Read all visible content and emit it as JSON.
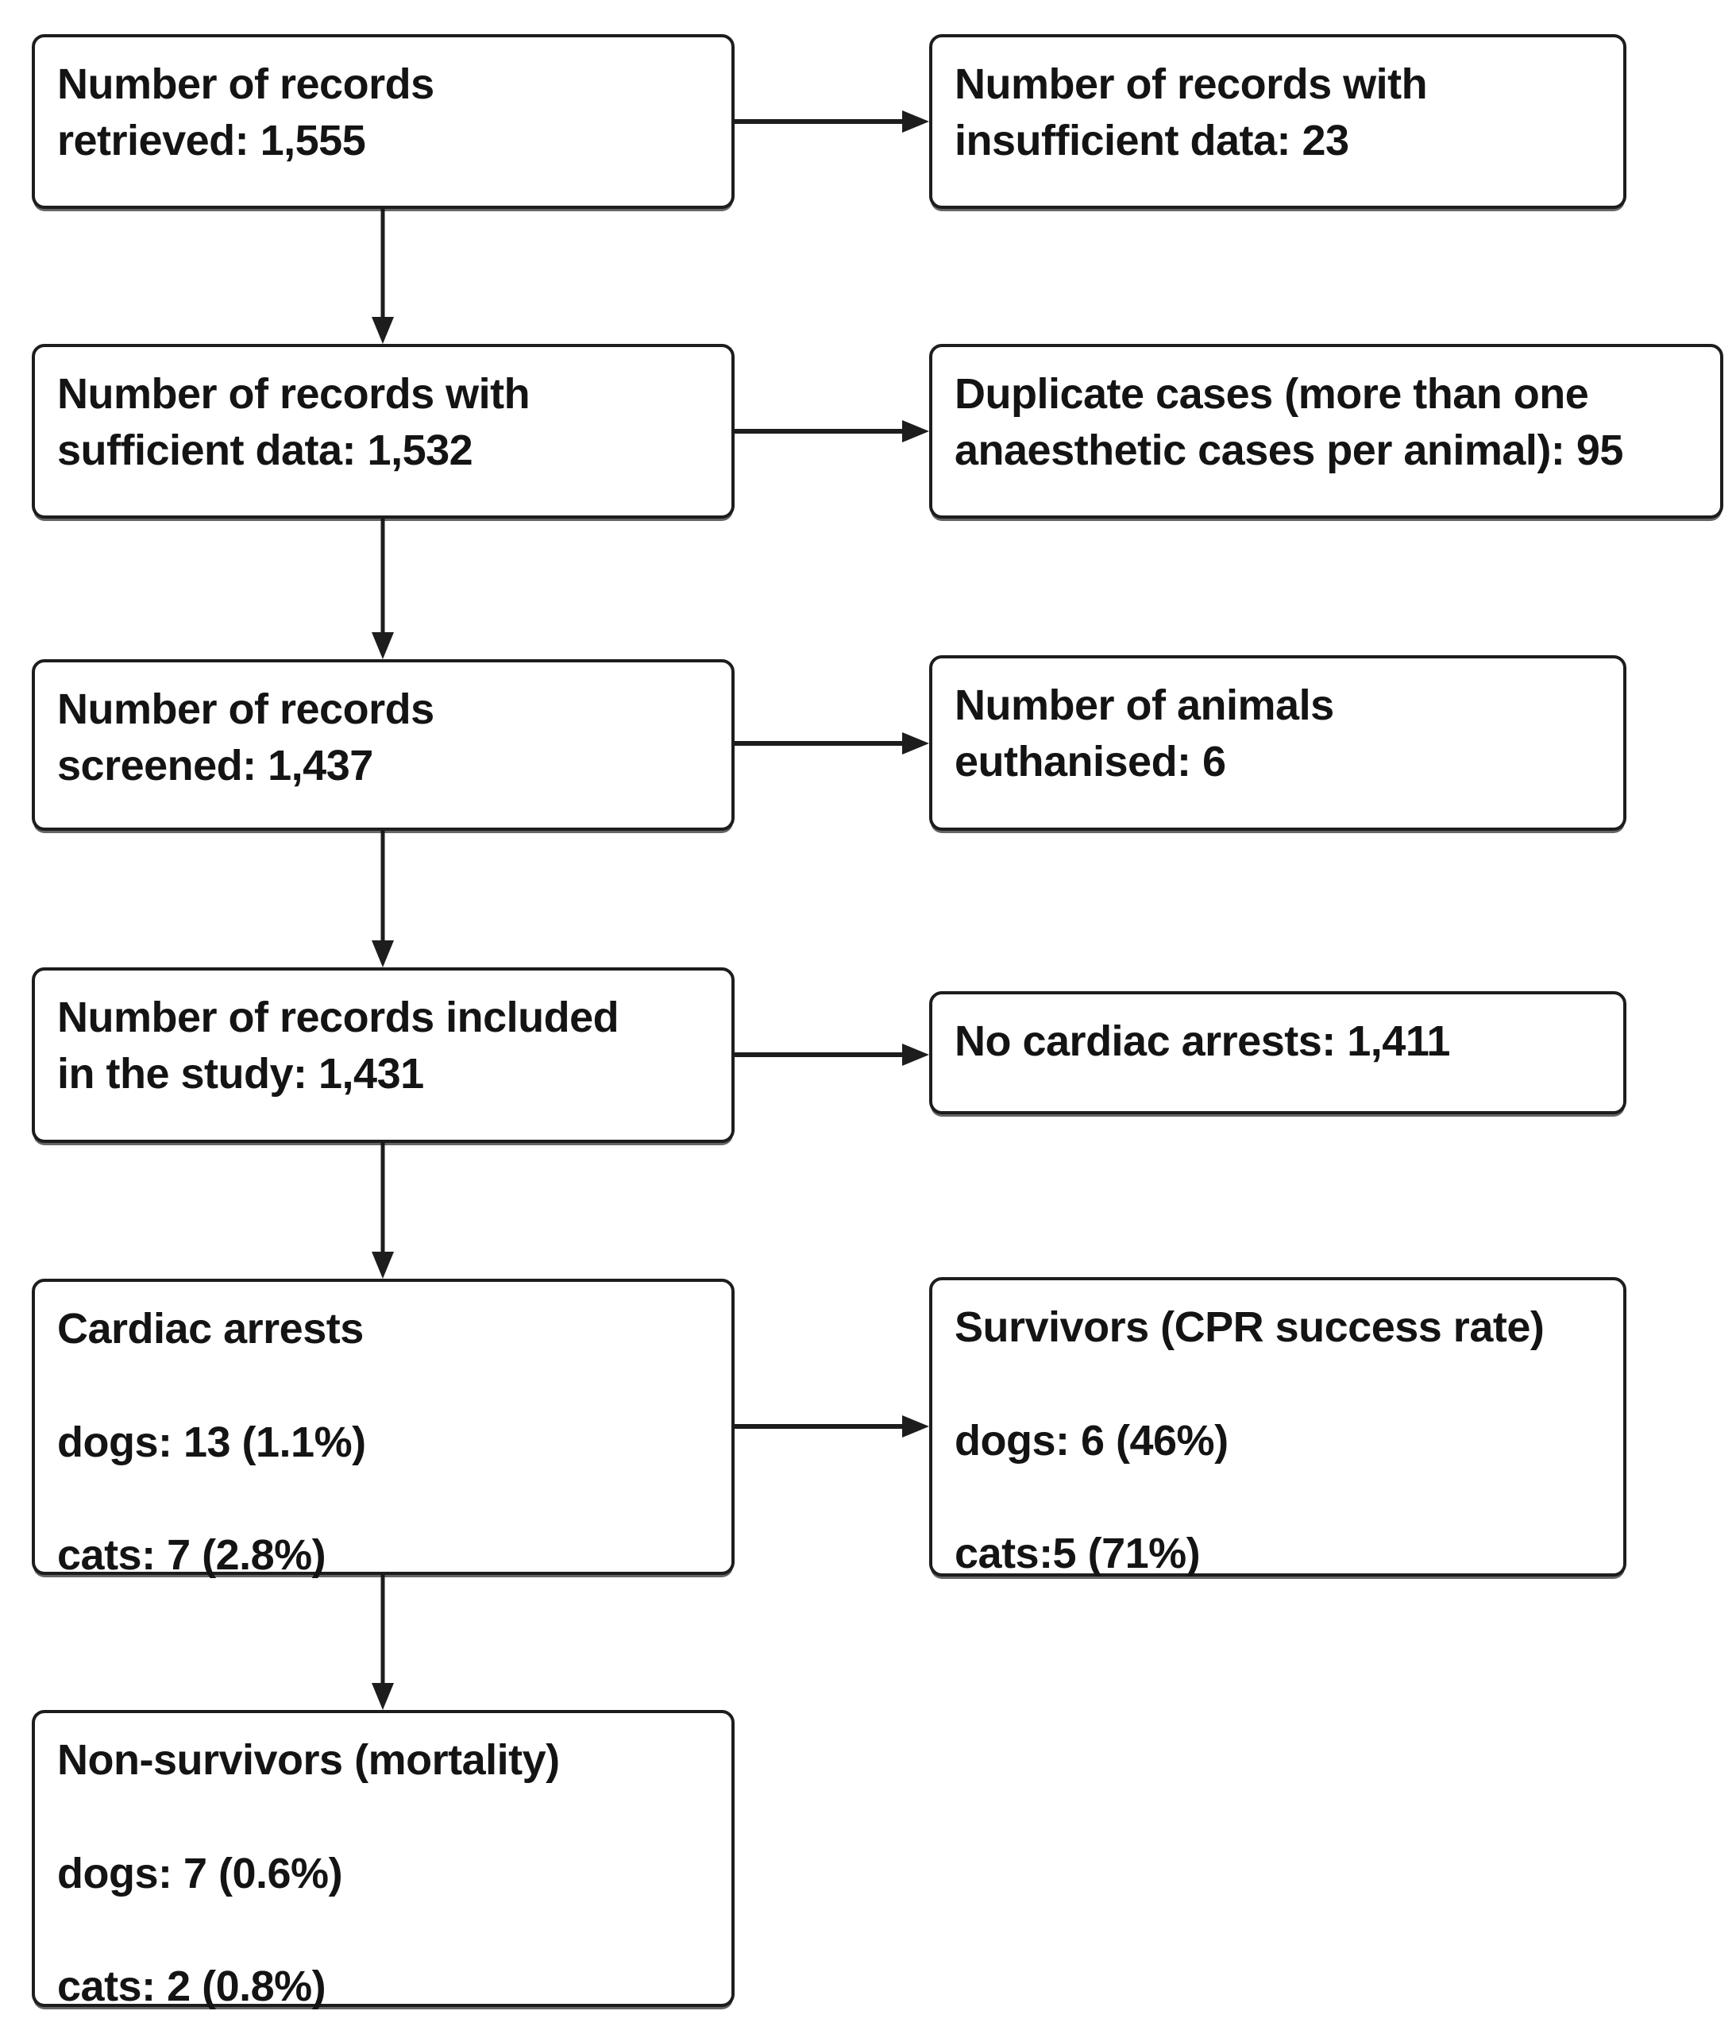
{
  "boxes": {
    "retrieved": {
      "text": "Number of records\nretrieved: 1,555"
    },
    "insufficient": {
      "text": "Number of records with\ninsufficient data: 23"
    },
    "sufficient": {
      "text": "Number of records with\nsufficient data: 1,532"
    },
    "duplicates": {
      "text": "Duplicate cases (more than one\nanaesthetic cases per animal): 95"
    },
    "screened": {
      "text": "Number of records\nscreened: 1,437"
    },
    "euthanised": {
      "text": "Number of animals\neuthanised: 6"
    },
    "included": {
      "text": "Number of records included\nin the study: 1,431"
    },
    "no_arrests": {
      "text": "No cardiac arrests: 1,411"
    },
    "arrests": {
      "text": "Cardiac arrests\n\ndogs: 13 (1.1%)\n\ncats: 7 (2.8%)"
    },
    "survivors": {
      "text": "Survivors (CPR success rate)\n\ndogs: 6 (46%)\n\ncats:5 (71%)"
    },
    "nonsurvivors": {
      "text": "Non-survivors (mortality)\n\ndogs: 7 (0.6%)\n\ncats: 2 (0.8%)"
    }
  },
  "colors": {
    "background": "#ffffff",
    "box_fill": "#ffffff",
    "box_border": "#1d1d1d",
    "arrow": "#1d1d1d",
    "text": "#141414"
  }
}
